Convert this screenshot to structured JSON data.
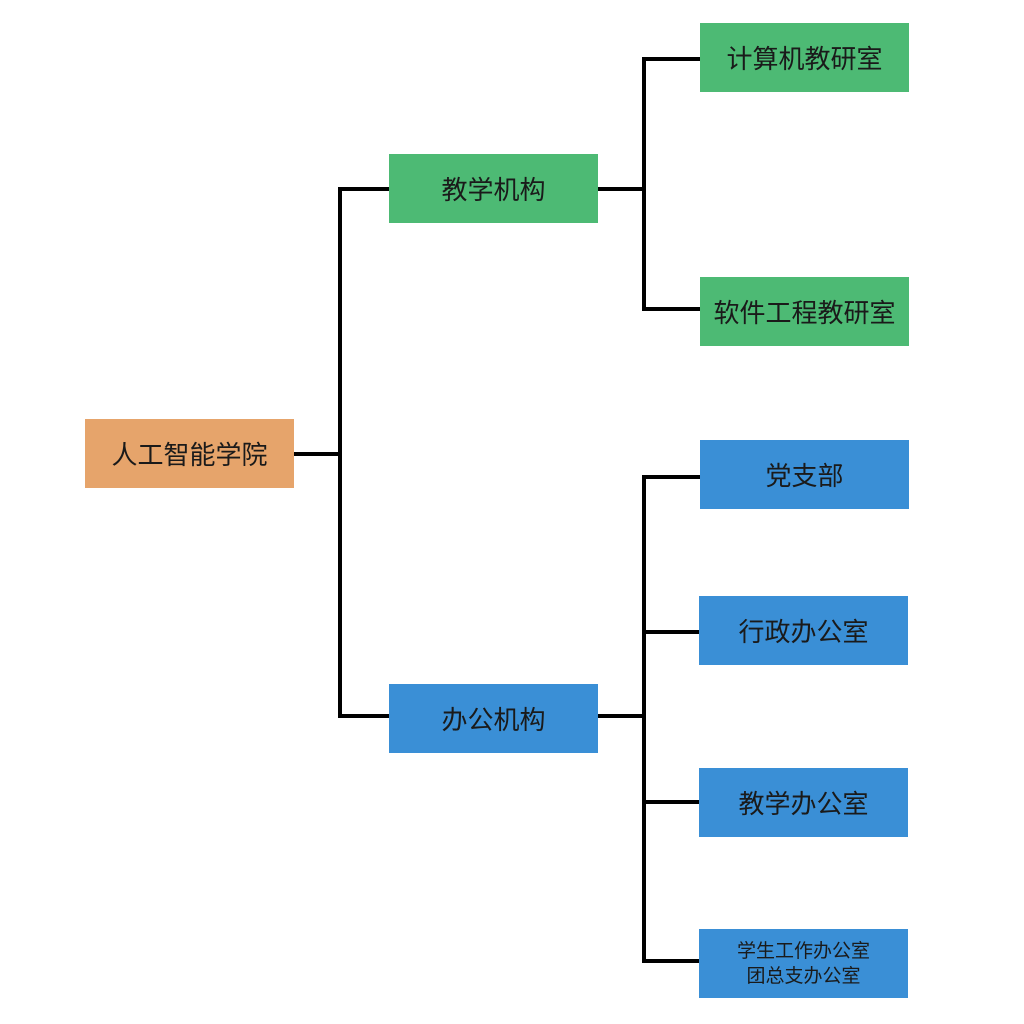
{
  "colors": {
    "root": "#E6A46B",
    "teaching": "#4DBA74",
    "office": "#3A8FD6",
    "line": "#000000"
  },
  "root": {
    "label": "人工智能学院"
  },
  "teaching": {
    "label": "教学机构",
    "children": [
      "计算机教研室",
      "软件工程教研室"
    ]
  },
  "office": {
    "label": "办公机构",
    "children": [
      "党支部",
      "行政办公室",
      "教学办公室"
    ],
    "student_office": {
      "line1": "学生工作办公室",
      "line2": "团总支办公室"
    }
  }
}
